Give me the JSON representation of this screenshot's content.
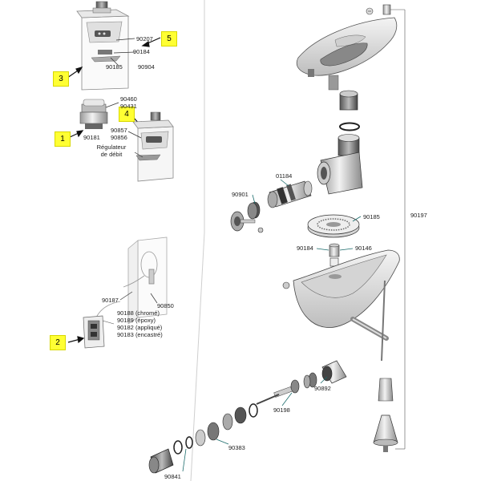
{
  "badges": [
    "1",
    "2",
    "3",
    "4",
    "5"
  ],
  "left_labels": {
    "p90207": "90207",
    "p90184": "90184",
    "p90185": "90185",
    "p90904": "90904",
    "p90460": "90460",
    "p90431": "90431",
    "p90181": "90181",
    "p90857": "90857",
    "p90856": "90856",
    "regulateur_line1": "Régulateur",
    "regulateur_line2": "de débit",
    "p90187": "90187",
    "p90850": "90850",
    "p90188": "90188 (chromé)",
    "p90189": "90189 (époxy)",
    "p90182": "90182 (appliqué)",
    "p90183": "90183 (encastré)"
  },
  "right_labels": {
    "p01184": "01184",
    "p90901": "90901",
    "p90185": "90185",
    "p90184": "90184",
    "p90146": "90146",
    "p90197": "90197",
    "p90892": "90892",
    "p90198": "90198",
    "p90383": "90383",
    "p90841": "90841"
  }
}
